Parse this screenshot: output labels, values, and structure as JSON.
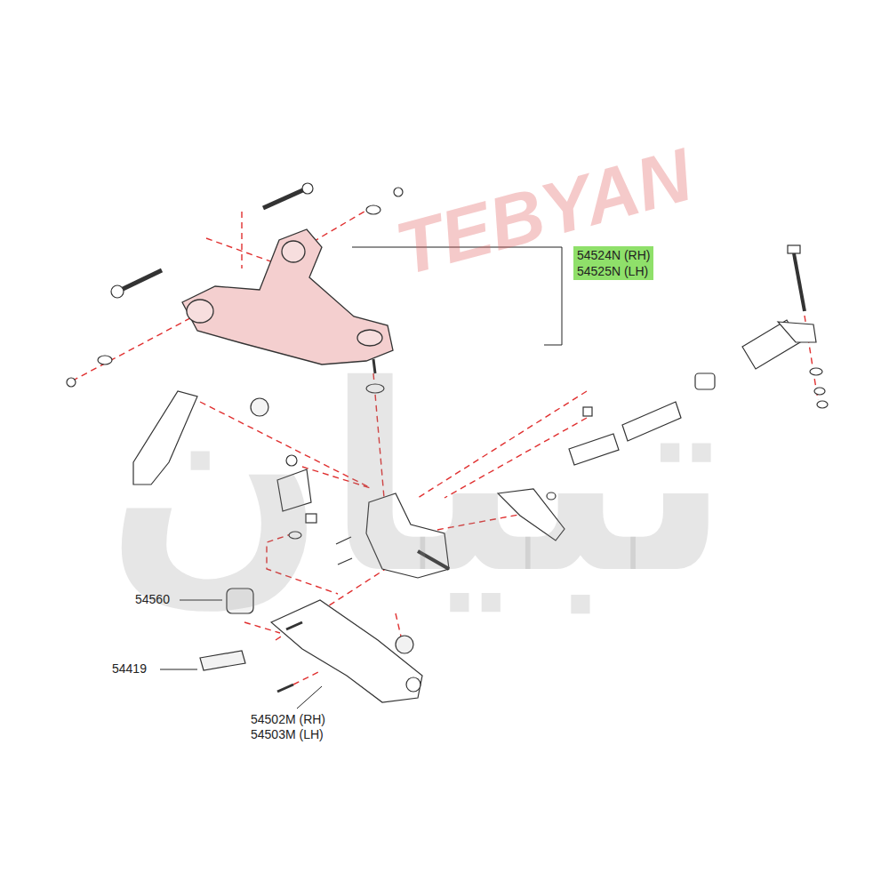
{
  "diagram": {
    "nodes": [
      {
        "text": [
          "54524N (RH)",
          "54525N (LH)"
        ]
      }
    ],
    "labels": [
      "TEBYAN",
      "تبيان",
      "54560",
      "54419",
      "54502M (RH)",
      "54503M (LH)"
    ]
  }
}
